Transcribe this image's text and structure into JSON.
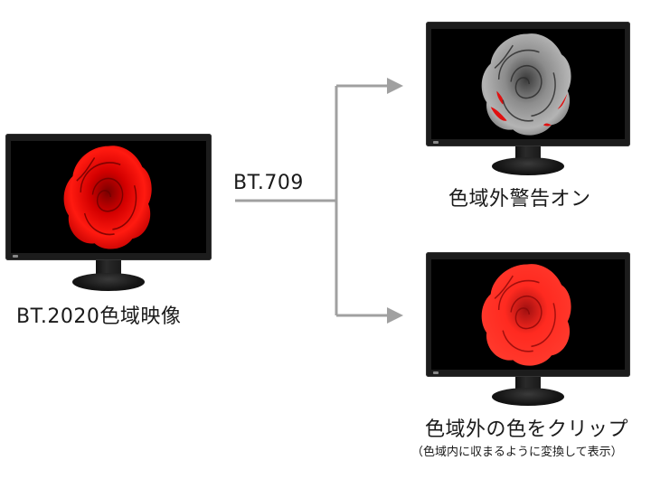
{
  "diagram": {
    "source_label": "BT.2020色域映像",
    "conversion_label": "BT.709",
    "top_output_label": "色域外警告オン",
    "bottom_output_label": "色域外の色をクリップ",
    "bottom_output_note": "（色域内に収まるように変換して表示）",
    "colors": {
      "arrow": "#a0a0a0",
      "rose_red": "#e01010",
      "rose_gray": "#9a9a9a",
      "bezel": "#1c1c1c"
    },
    "icons": [
      "rose-image",
      "monitor-icon"
    ]
  }
}
